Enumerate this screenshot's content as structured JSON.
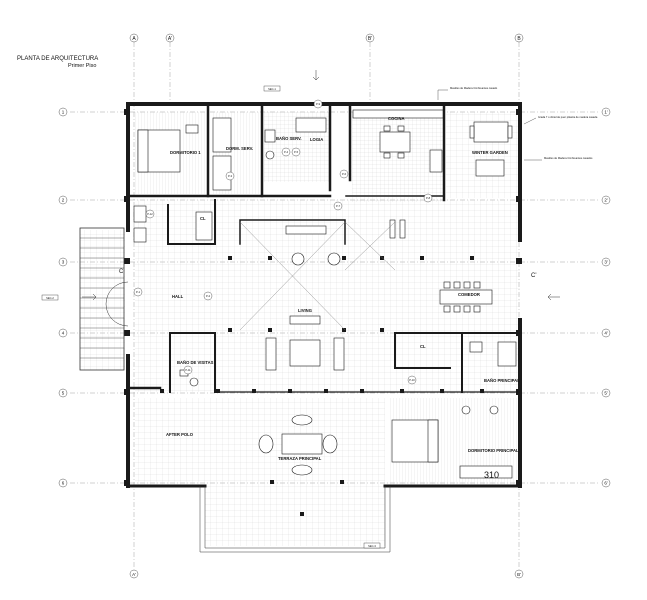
{
  "title": {
    "main": "PLANTA DE ARQUITECTURA",
    "sub": "Primer Piso"
  },
  "grid": {
    "top_axes": [
      "A",
      "A'",
      "B",
      "B'"
    ],
    "bottom_axes": [
      "A'",
      "B'"
    ],
    "rows": [
      "1",
      "2",
      "3",
      "4",
      "5",
      "6"
    ],
    "rows_right": [
      "1'",
      "2'",
      "3'",
      "4'",
      "5'",
      "6'"
    ],
    "side_marks": [
      "C",
      "C'"
    ]
  },
  "rooms": {
    "dormitorio1": "DORMITORIO 1",
    "dorm_serv": "DORM. SERV.",
    "bano_serv": "BAÑO SERV.",
    "logia": "LOGIA",
    "cocina": "COCINA",
    "winter_garden": "WINTER GARDEN",
    "hall": "HALL",
    "comedor": "COMEDOR",
    "living": "LIVING",
    "cl1": "CL",
    "cl2": "CL",
    "bano_visitas": "BAÑO DE VISITAS",
    "bano_principal": "BAÑO PRINCIPAL",
    "after_polo": "AFTER POLO",
    "terraza": "TERRAZA PRINCIPAL",
    "dorm_principal": "DORMITORIO PRINCIPAL"
  },
  "room_number": "310",
  "notes": {
    "n1": "Mastiles de Madera Cimbreantes casado",
    "n2": "Grada 7 o dintel de puer pilastra de madera casada",
    "n3": "Mastiles de Madera Cimbreantes casados"
  },
  "doors": [
    "P-1",
    "P-2",
    "P-3",
    "P-4",
    "P-5",
    "P-6",
    "P-7",
    "P-8",
    "P-9",
    "P-10",
    "P-11",
    "P-12"
  ],
  "sections": [
    "SEC-1",
    "SEC-2",
    "SEC-3"
  ]
}
